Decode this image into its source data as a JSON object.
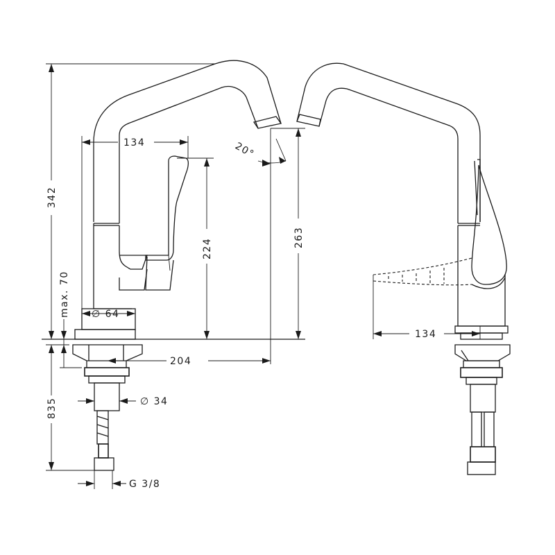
{
  "dimensions": {
    "total_height": "342",
    "spout_reach": "134",
    "handle_height": "224",
    "outlet_height": "263",
    "spout_angle": "20°",
    "max_deck": "max. 70",
    "base_diameter": "∅ 64",
    "rotation_radius": "204",
    "underside_length": "835",
    "shank_diameter": "∅ 34",
    "connection": "G 3/8",
    "side_reach": "134"
  }
}
